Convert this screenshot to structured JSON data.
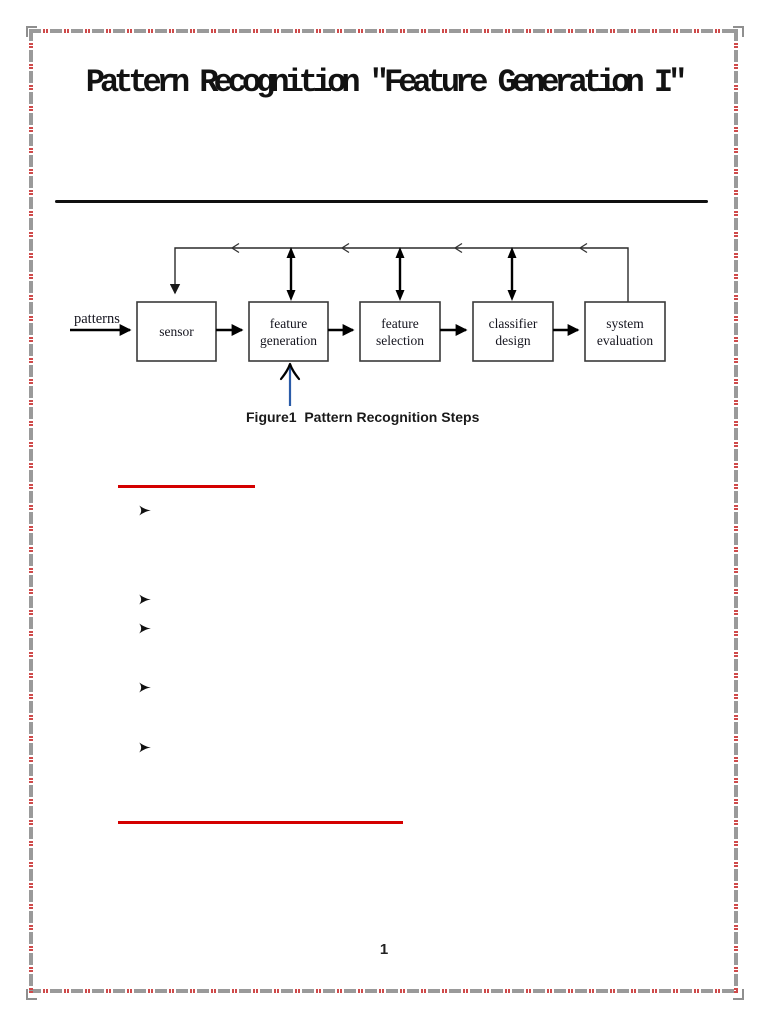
{
  "page": {
    "title": "Pattern Recognition \"Feature Generation I\"",
    "page_number": "1"
  },
  "figure": {
    "caption": "Figure1  Pattern Recognition Steps",
    "input_label": "patterns",
    "boxes": [
      {
        "lines": [
          "sensor"
        ]
      },
      {
        "lines": [
          "feature",
          "generation"
        ]
      },
      {
        "lines": [
          "feature",
          "selection"
        ]
      },
      {
        "lines": [
          "classifier",
          "design"
        ]
      },
      {
        "lines": [
          "system",
          "evaluation"
        ]
      }
    ]
  },
  "content": {
    "bullet_items": [
      "",
      "",
      "",
      "",
      ""
    ]
  },
  "colors": {
    "underline_red": "#d40000",
    "pointer_arrow_blue": "#2b5ca8",
    "border_gray": "#9a9a9a",
    "border_red": "#cf4a4a"
  }
}
